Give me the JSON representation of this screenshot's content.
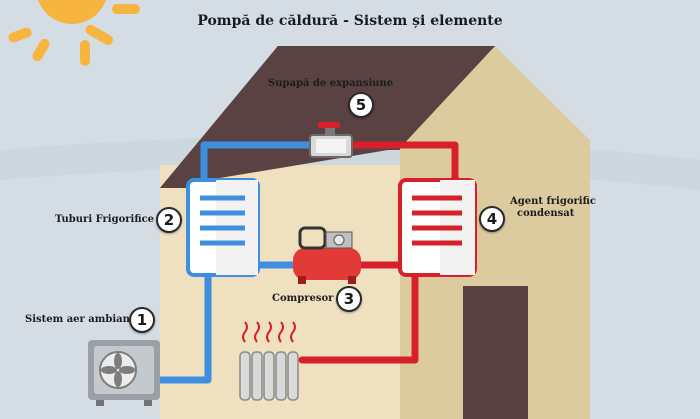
{
  "title": "Pompă de căldură - Sistem și elemente",
  "components": [
    {
      "number": "1",
      "label": "Sistem aer ambiant"
    },
    {
      "number": "2",
      "label": "Tuburi Frigorifice"
    },
    {
      "number": "3",
      "label": "Compresor"
    },
    {
      "number": "4",
      "label_line1": "Agent frigorific",
      "label_line2": "condensat"
    },
    {
      "number": "5",
      "label": "Supapă de expansiune"
    }
  ],
  "colors": {
    "cold_pipe": "#3f8fe0",
    "hot_pipe": "#d8202a",
    "roof": "#5b4242",
    "wall": "#efe0c0",
    "sun": "#f7b53f"
  }
}
